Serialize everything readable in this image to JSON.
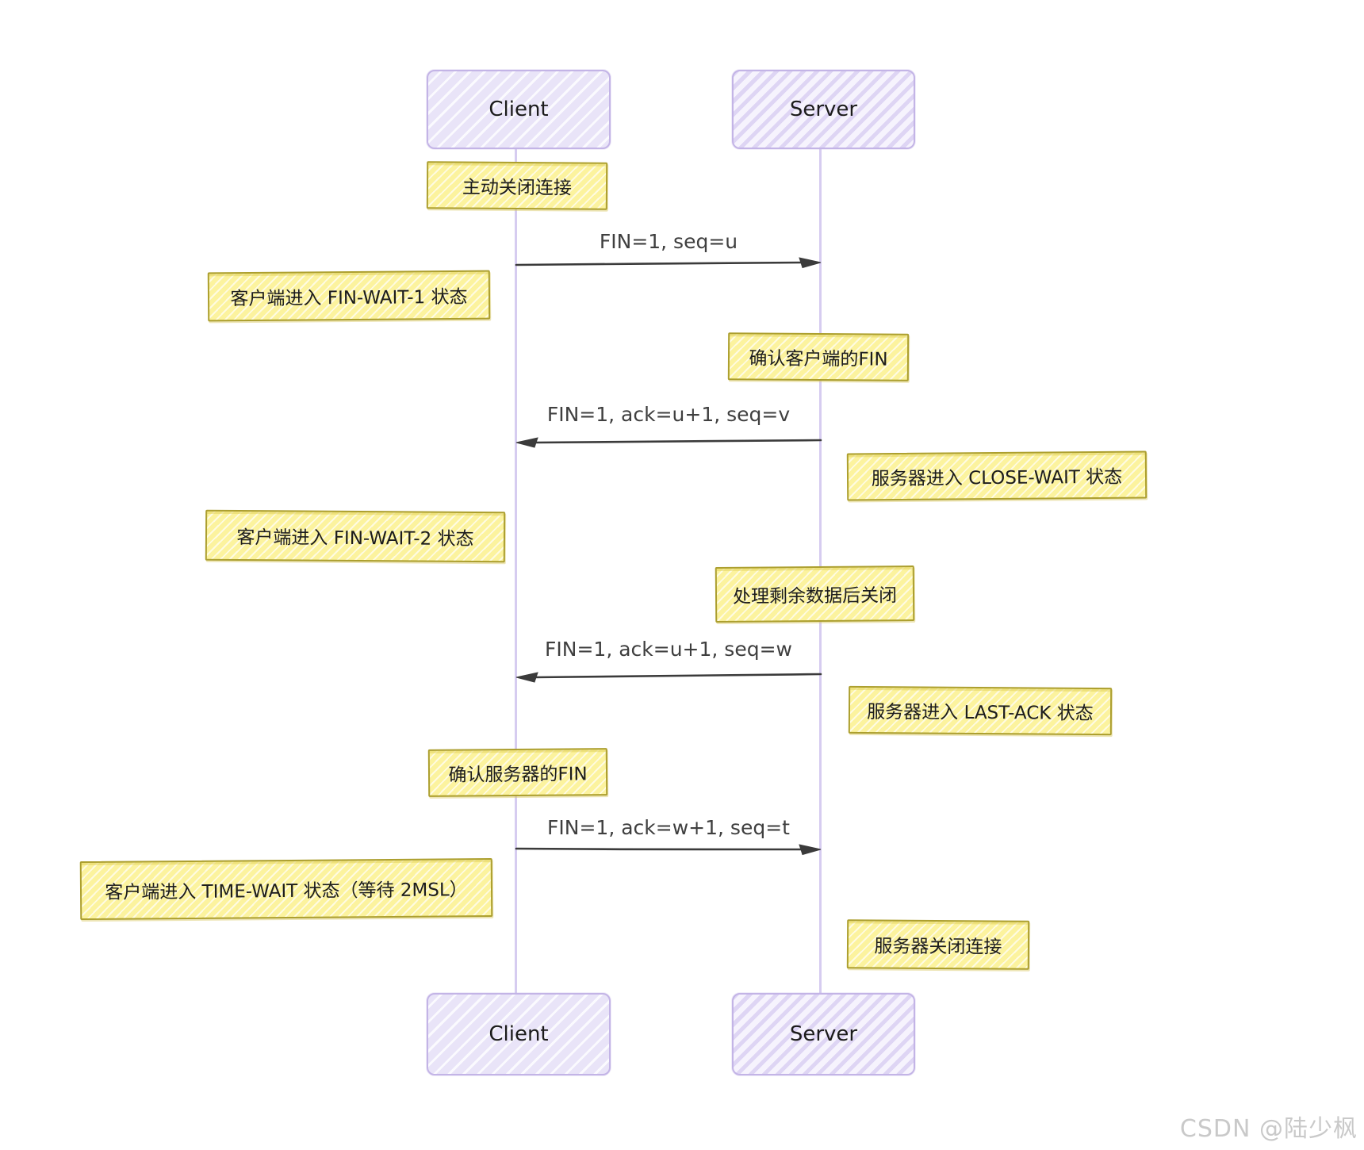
{
  "diagram_type": "tcp-connection-close-sequence",
  "actors": {
    "client": {
      "label": "Client"
    },
    "server": {
      "label": "Server"
    }
  },
  "notes": [
    {
      "id": "active-close",
      "text": "主动关闭连接",
      "position": "over-client"
    },
    {
      "id": "fin-wait-1",
      "text": "客户端进入 FIN-WAIT-1 状态",
      "position": "left-of-client"
    },
    {
      "id": "ack-client-fin",
      "text": "确认客户端的FIN",
      "position": "over-server"
    },
    {
      "id": "close-wait",
      "text": "服务器进入 CLOSE-WAIT 状态",
      "position": "right-of-server"
    },
    {
      "id": "fin-wait-2",
      "text": "客户端进入 FIN-WAIT-2 状态",
      "position": "left-of-client"
    },
    {
      "id": "process-remaining",
      "text": "处理剩余数据后关闭",
      "position": "over-server"
    },
    {
      "id": "last-ack",
      "text": "服务器进入 LAST-ACK 状态",
      "position": "right-of-server"
    },
    {
      "id": "ack-server-fin",
      "text": "确认服务器的FIN",
      "position": "over-client"
    },
    {
      "id": "time-wait",
      "text": "客户端进入 TIME-WAIT 状态（等待 2MSL）",
      "position": "left-of-client"
    },
    {
      "id": "server-close",
      "text": "服务器关闭连接",
      "position": "right-of-server"
    }
  ],
  "messages": [
    {
      "label": "FIN=1, seq=u",
      "from": "client",
      "to": "server"
    },
    {
      "label": "FIN=1, ack=u+1, seq=v",
      "from": "server",
      "to": "client"
    },
    {
      "label": "FIN=1, ack=u+1, seq=w",
      "from": "server",
      "to": "client"
    },
    {
      "label": "FIN=1, ack=w+1, seq=t",
      "from": "client",
      "to": "server"
    }
  ],
  "watermark": "CSDN @陆少枫",
  "colors": {
    "note_fill": "#fcf39e",
    "note_border": "#ac9f2f",
    "actor_fill": "#e9e4f8",
    "actor_border": "#c3b4e6",
    "lifeline": "#d6ccf0",
    "arrow": "#3b3b3b",
    "watermark": "#c9c9c9"
  }
}
